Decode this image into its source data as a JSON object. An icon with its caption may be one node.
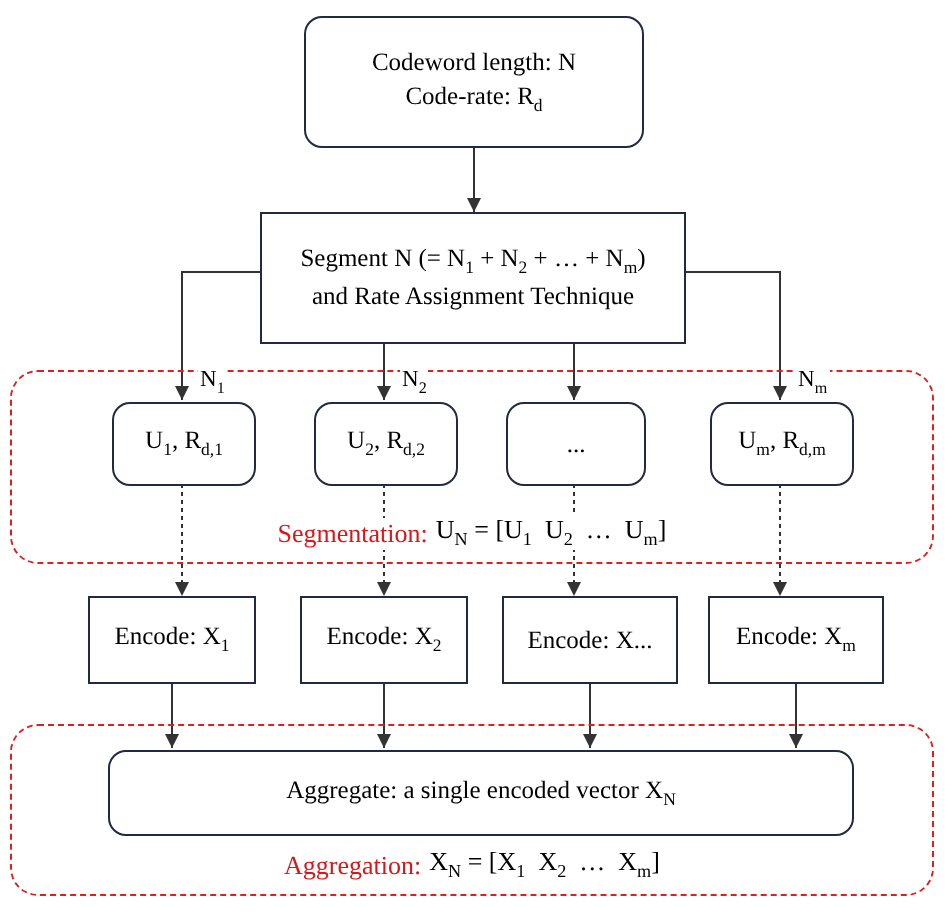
{
  "diagram": {
    "nodes": [
      {
        "text": [
          "Codeword length: N",
          "Code-rate: R$_{d}$"
        ]
      },
      {
        "text": [
          "Segment N (= N$_{1}$ + N$_{2}$ + … + N$_{m}$) and Rate Assignment Technique"
        ]
      },
      {
        "text": [
          "Segmentation:",
          "U$_{N}$ = [U$_{1}$  U$_{2}$  …  U$_{m}$]"
        ]
      },
      {
        "text": [
          "U$_{1}$, R$_{d,1}$"
        ],
        "in": 2
      },
      {
        "text": [
          "U$_{2}$, R$_{d,2}$"
        ],
        "in": 2
      },
      {
        "text": [
          "..."
        ],
        "in": 2
      },
      {
        "text": [
          "U$_{m}$, R$_{d,m}$"
        ],
        "in": 2
      },
      {
        "text": [
          "Encode: X$_{1}$"
        ]
      },
      {
        "text": [
          "Encode: X$_{2}$"
        ]
      },
      {
        "text": [
          "Encode: X..."
        ]
      },
      {
        "text": [
          "Encode: X$_{m}$"
        ]
      },
      {
        "text": [
          "Aggregation:",
          "X$_{N}$ = [X$_{1}$  X$_{2}$  …  X$_{m}$]"
        ]
      },
      {
        "text": [
          "Aggregate: a single encoded vector X$_{N}$"
        ],
        "in": 11
      }
    ],
    "edges": [
      {
        "from": 0,
        "to": 1,
        "arrow": "to"
      },
      {
        "from": 1,
        "to": 3,
        "arrow": "to",
        "label": "N$_{1}$"
      },
      {
        "from": 1,
        "to": 4,
        "arrow": "to",
        "label": "N$_{2}$"
      },
      {
        "from": 1,
        "to": 5,
        "arrow": "to"
      },
      {
        "from": 1,
        "to": 6,
        "arrow": "to",
        "label": "N$_{m}$"
      },
      {
        "from": 3,
        "to": 7,
        "arrow": "to",
        "style": "dashed"
      },
      {
        "from": 4,
        "to": 8,
        "arrow": "to",
        "style": "dashed"
      },
      {
        "from": 5,
        "to": 9,
        "arrow": "to",
        "style": "dashed"
      },
      {
        "from": 6,
        "to": 10,
        "arrow": "to",
        "style": "dashed"
      },
      {
        "from": 7,
        "to": 12,
        "arrow": "to"
      },
      {
        "from": 8,
        "to": 12,
        "arrow": "to"
      },
      {
        "from": 9,
        "to": 12,
        "arrow": "to"
      },
      {
        "from": 10,
        "to": 12,
        "arrow": "to"
      }
    ]
  }
}
